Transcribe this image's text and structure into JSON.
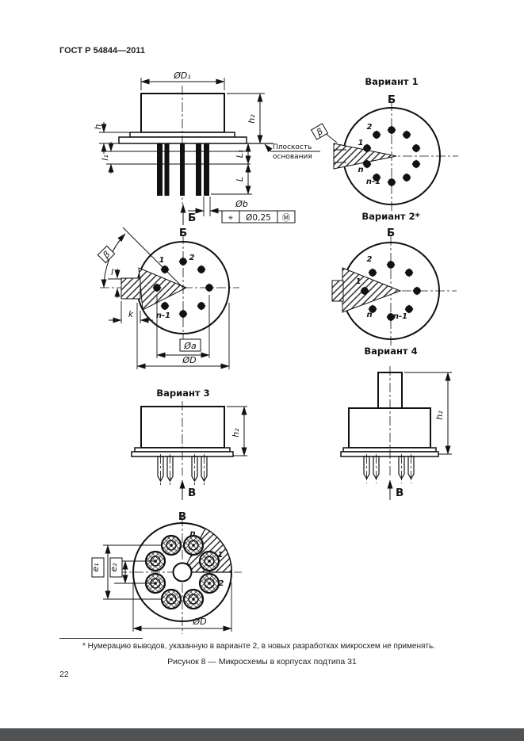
{
  "page": {
    "standard_code": "ГОСТ Р 54844—2011",
    "page_number": "22",
    "footnote": "* Нумерацию выводов, указанную в варианте 2, в новых разработках микросхем не применять.",
    "figure_caption": "Рисунок 8 — Микросхемы в корпусах подтипа 31"
  },
  "views": {
    "b": "Б",
    "v": "В"
  },
  "side_view": {
    "plane_label_line1": "Плоскость",
    "plane_label_line2": "основания",
    "dims": {
      "d1": "ØD₁",
      "h": "h",
      "h2": "h₂",
      "l1": "l₁",
      "L1": "L₁",
      "L": "L",
      "b": "Øb"
    },
    "tolerance": {
      "symbol": "⌖",
      "value": "Ø0,25",
      "modifier": "Ⓜ"
    }
  },
  "variant1": {
    "title": "Вариант 1",
    "angle": "β",
    "pins": {
      "p1": "1",
      "p2": "2",
      "n": "n",
      "n_minus_1": "n-1"
    }
  },
  "variant2": {
    "title": "Вариант 2*",
    "pins": {
      "p1": "1",
      "p2": "2",
      "n": "n",
      "n_minus_1": "n-1"
    }
  },
  "view_b": {
    "angle": "β",
    "dims": {
      "l": "l",
      "k": "k",
      "a": "Øa",
      "D": "ØD"
    },
    "pins": {
      "p1": "1",
      "p2": "2",
      "n_minus_1": "n-1"
    }
  },
  "variant3": {
    "title": "Вариант 3",
    "dims": {
      "h2": "h₂"
    }
  },
  "variant4": {
    "title": "Вариант 4",
    "dims": {
      "h2": "h₂"
    }
  },
  "view_v": {
    "dims": {
      "e1": "e₁",
      "e2": "e₂",
      "D": "ØD"
    },
    "pins": {
      "p1": "1",
      "p2": "2",
      "n": "n"
    }
  }
}
